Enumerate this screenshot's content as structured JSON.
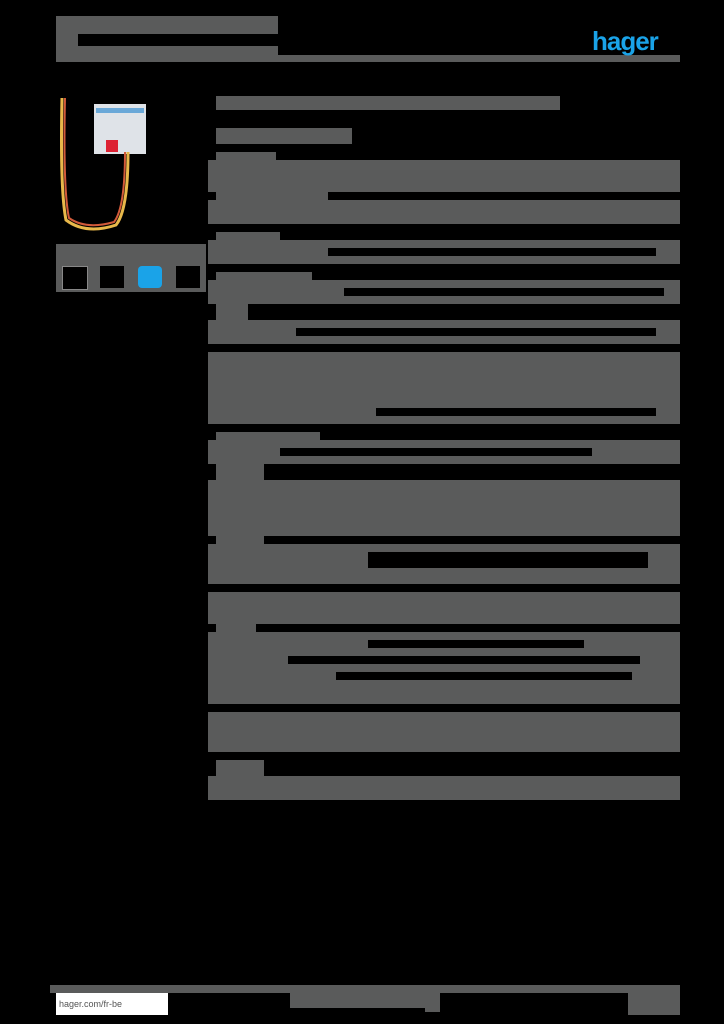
{
  "header": {
    "title": "[redacted]",
    "subtitle": "[redacted]",
    "brand_logo": "hager",
    "brand_color": "#1aa3e8"
  },
  "sidebar": {
    "product_image": "knx-flush-mounted-module-with-wires",
    "icons": [
      "battery-icon",
      "device-icon",
      "knx-logo-icon",
      "module-icon"
    ]
  },
  "main": {
    "heading": "[redacted]",
    "subheading": "[redacted]",
    "sections": [
      {
        "title": "[redacted]",
        "body": "[redacted]"
      },
      {
        "title": "[redacted]",
        "body": "[redacted]"
      },
      {
        "title": "[redacted]",
        "body": "[redacted]"
      },
      {
        "title": "[redacted]",
        "body": "[redacted]"
      },
      {
        "title": "[redacted]",
        "body": "[redacted]"
      }
    ]
  },
  "footer": {
    "url": "hager.com/fr-be",
    "center": "[redacted]",
    "page": "[redacted]"
  }
}
